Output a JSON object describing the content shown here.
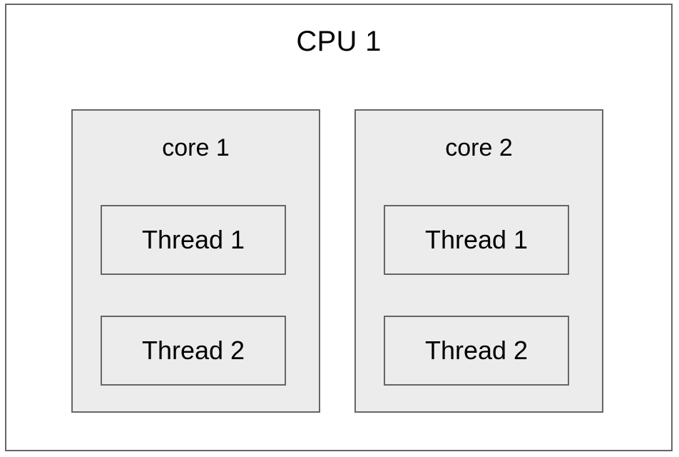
{
  "diagram": {
    "type": "block-diagram",
    "subject": "cpu-topology",
    "background_color": "#ffffff",
    "border_color": "#666666",
    "box_fill_color": "#ececec",
    "text_color": "#000000",
    "cpu": {
      "label": "CPU 1",
      "cores": [
        {
          "label": "core 1",
          "threads": [
            {
              "label": "Thread 1"
            },
            {
              "label": "Thread 2"
            }
          ]
        },
        {
          "label": "core 2",
          "threads": [
            {
              "label": "Thread 1"
            },
            {
              "label": "Thread 2"
            }
          ]
        }
      ]
    }
  }
}
